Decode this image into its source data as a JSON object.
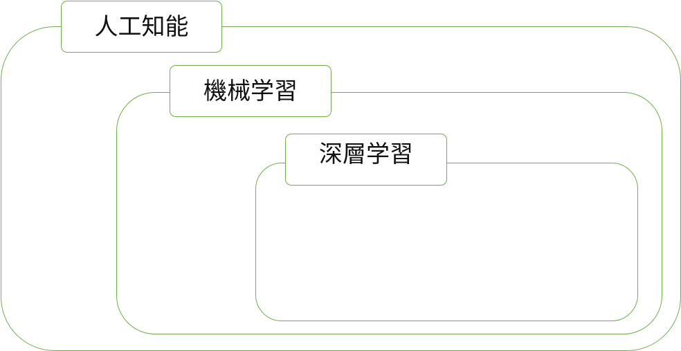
{
  "diagram": {
    "regions": [
      {
        "id": "ai",
        "label": "人工知能"
      },
      {
        "id": "ml",
        "label": "機械学習"
      },
      {
        "id": "dl",
        "label": "深層学習"
      }
    ],
    "colors": {
      "border": "#70ad47",
      "text": "#111111",
      "background": "#ffffff"
    }
  }
}
